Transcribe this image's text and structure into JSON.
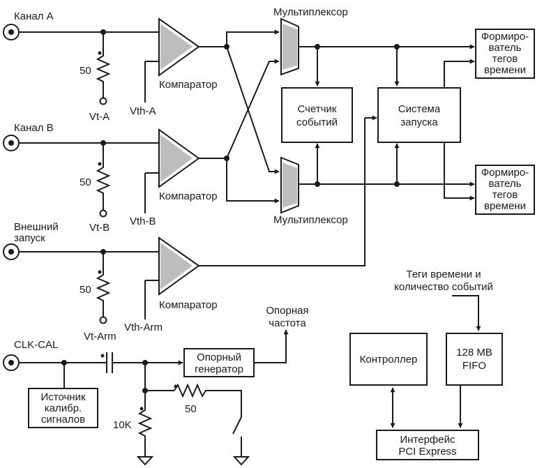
{
  "inputs": {
    "channel_a": "Канал А",
    "channel_b": "Канал В",
    "ext_trigger_line1": "Внешний",
    "ext_trigger_line2": "запуск",
    "clk_cal": "CLK-CAL"
  },
  "resistors": {
    "r_a": "50",
    "r_b": "50",
    "r_arm": "50",
    "r_clk": "50",
    "r_10k": "10K"
  },
  "terminations": {
    "vt_a": "Vt-A",
    "vt_b": "Vt-B",
    "vt_arm": "Vt-Arm"
  },
  "thresholds": {
    "vth_a": "Vth-A",
    "vth_b": "Vth-B",
    "vth_arm": "Vth-Arm"
  },
  "comparators": {
    "comp_a": "Компаратор",
    "comp_b": "Компаратор",
    "comp_arm": "Компаратор"
  },
  "multiplexers": {
    "mux_top": "Мультиплексор",
    "mux_bottom": "Мультиплексор"
  },
  "blocks": {
    "event_counter_line1": "Счетчик",
    "event_counter_line2": "событий",
    "trigger_system_line1": "Система",
    "trigger_system_line2": "запуска",
    "tag_former_top_line1": "Формиро-",
    "tag_former_top_line2": "ватель",
    "tag_former_top_line3": "тегов",
    "tag_former_top_line4": "времени",
    "tag_former_bottom_line1": "Формиро-",
    "tag_former_bottom_line2": "ватель",
    "tag_former_bottom_line3": "тегов",
    "tag_former_bottom_line4": "времени",
    "ref_generator_line1": "Опорный",
    "ref_generator_line2": "генератор",
    "cal_source_line1": "Источник",
    "cal_source_line2": "калибр.",
    "cal_source_line3": "сигналов",
    "controller": "Контроллер",
    "fifo_line1": "128 MB",
    "fifo_line2": "FIFO",
    "pci_line1": "Интерфейс",
    "pci_line2": "PCI Express"
  },
  "annotations": {
    "ref_freq_line1": "Опорная",
    "ref_freq_line2": "частота",
    "tags_line1": "Теги времени и",
    "tags_line2": "количество событий"
  }
}
